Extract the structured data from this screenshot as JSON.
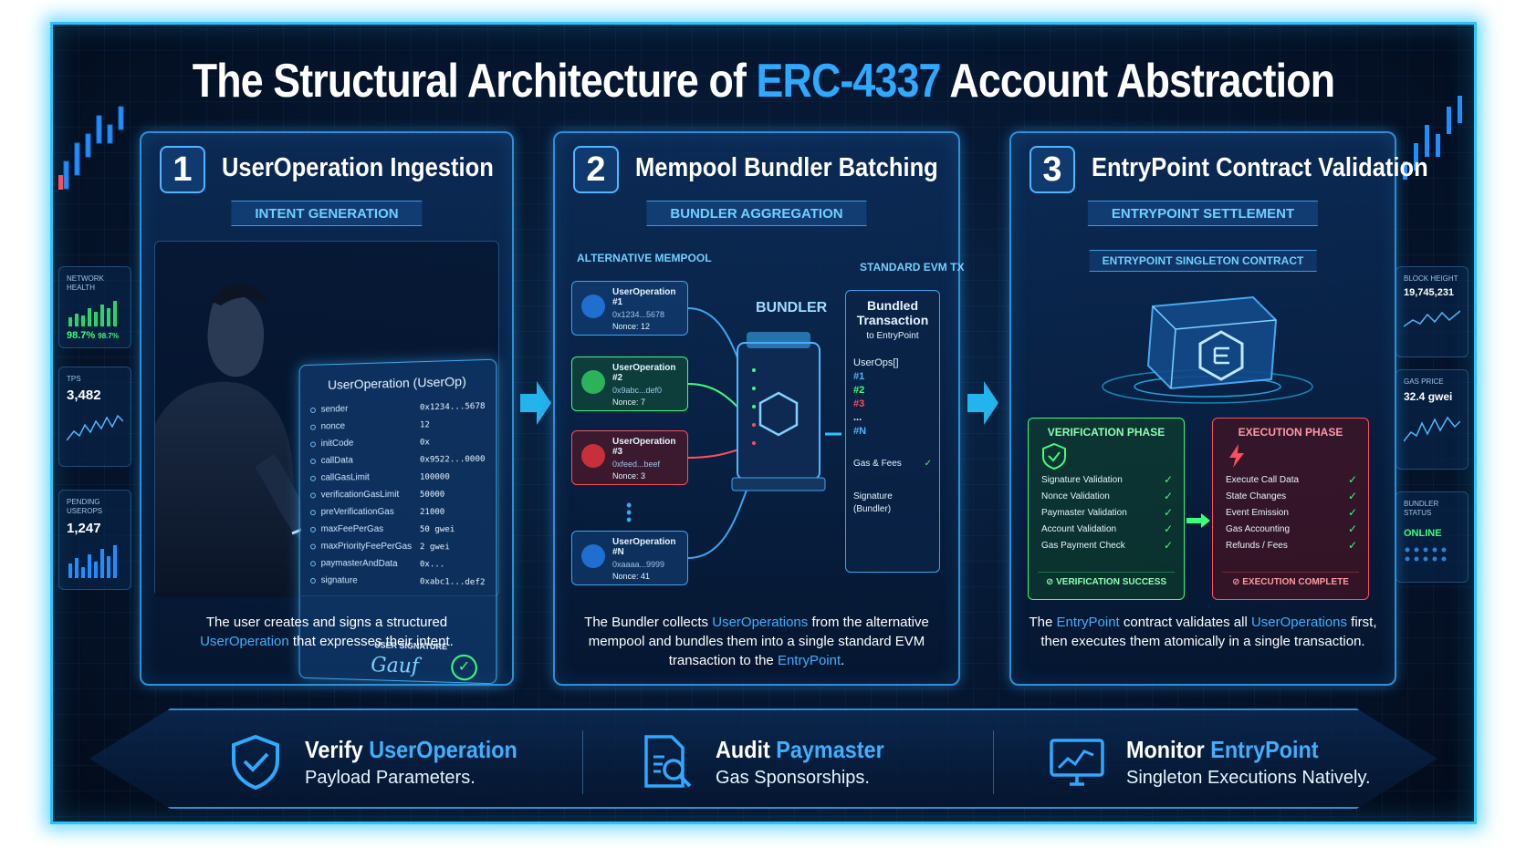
{
  "title": {
    "prefix": "The Structural Architecture of ",
    "highlight": "ERC-4337",
    "suffix": " Account Abstraction"
  },
  "widgets": {
    "network_health": {
      "label": "NETWORK HEALTH",
      "v1": "98.7%",
      "v2": "98.7%"
    },
    "tps": {
      "label": "TPS",
      "value": "3,482"
    },
    "pending": {
      "label": "PENDING USEROPS",
      "value": "1,247"
    },
    "block_height": {
      "label": "BLOCK HEIGHT",
      "value": "19,745,231"
    },
    "gas_price": {
      "label": "GAS PRICE",
      "value": "32.4 gwei"
    },
    "bundler_status": {
      "label": "BUNDLER STATUS",
      "value": "ONLINE"
    }
  },
  "panels": [
    {
      "num": "1",
      "title": "UserOperation Ingestion",
      "subtitle": "INTENT GENERATION",
      "card_title": "UserOperation (UserOp)",
      "fields": [
        {
          "name": "sender",
          "value": "0x1234...5678"
        },
        {
          "name": "nonce",
          "value": "12"
        },
        {
          "name": "initCode",
          "value": "0x"
        },
        {
          "name": "callData",
          "value": "0x9522...0000"
        },
        {
          "name": "callGasLimit",
          "value": "100000"
        },
        {
          "name": "verificationGasLimit",
          "value": "50000"
        },
        {
          "name": "preVerificationGas",
          "value": "21000"
        },
        {
          "name": "maxFeePerGas",
          "value": "50 gwei"
        },
        {
          "name": "maxPriorityFeePerGas",
          "value": "2 gwei"
        },
        {
          "name": "paymasterAndData",
          "value": "0x..."
        },
        {
          "name": "signature",
          "value": "0xabc1...def2"
        }
      ],
      "sig_label": "USER SIGNATURE",
      "sig_text": "Gauf",
      "desc_1": "The user creates and signs a structured",
      "desc_hl": "UserOperation",
      "desc_2": " that expresses their intent."
    },
    {
      "num": "2",
      "title": "Mempool Bundler Batching",
      "subtitle": "BUNDLER AGGREGATION",
      "mempool_label": "ALTERNATIVE MEMPOOL",
      "evm_label": "STANDARD EVM TX",
      "bundler_label": "BUNDLER",
      "userops": [
        {
          "name": "UserOperation #1",
          "addr": "0x1234...5678",
          "nonce": "Nonce: 12",
          "color": "blue"
        },
        {
          "name": "UserOperation #2",
          "addr": "0x9abc...def0",
          "nonce": "Nonce: 7",
          "color": "green"
        },
        {
          "name": "UserOperation #3",
          "addr": "0xfeed...beef",
          "nonce": "Nonce: 3",
          "color": "red"
        },
        {
          "name": "UserOperation #N",
          "addr": "0xaaaa...9999",
          "nonce": "Nonce: 41",
          "color": "blue"
        }
      ],
      "tx": {
        "title": "Bundled Transaction",
        "sub": "to EntryPoint",
        "ops_label": "UserOps[]",
        "ops": [
          "#1",
          "#2",
          "#3",
          "...",
          "#N"
        ],
        "gas": "Gas & Fees",
        "sig": "Signature (Bundler)"
      },
      "desc_a": "The Bundler collects ",
      "desc_hl1": "UserOperations",
      "desc_b": " from the alternative mempool and bundles them into a single standard EVM transaction to the ",
      "desc_hl2": "EntryPoint",
      "desc_c": "."
    },
    {
      "num": "3",
      "title": "EntryPoint Contract Validation",
      "subtitle": "ENTRYPOINT SETTLEMENT",
      "contract_label": "ENTRYPOINT SINGLETON CONTRACT",
      "verify": {
        "title": "VERIFICATION PHASE",
        "items": [
          "Signature Validation",
          "Nonce Validation",
          "Paymaster Validation",
          "Account Validation",
          "Gas Payment Check"
        ],
        "footer": "VERIFICATION SUCCESS"
      },
      "exec": {
        "title": "EXECUTION PHASE",
        "items": [
          "Execute Call Data",
          "State Changes",
          "Event Emission",
          "Gas Accounting",
          "Refunds / Fees"
        ],
        "footer": "EXECUTION COMPLETE"
      },
      "desc_a": "The ",
      "desc_hl1": "EntryPoint",
      "desc_b": " contract validates all ",
      "desc_hl2": "UserOperations",
      "desc_c": " first, then executes them atomically in a single transaction."
    }
  ],
  "ctas": [
    {
      "t1": "Verify ",
      "hl": "UserOperation",
      "sub": "Payload Parameters.",
      "icon": "shield-check-icon"
    },
    {
      "t1": "Audit ",
      "hl": "Paymaster",
      "sub": "Gas Sponsorships.",
      "icon": "document-search-icon"
    },
    {
      "t1": "Monitor ",
      "hl": "EntryPoint",
      "sub": "Singleton Executions Natively.",
      "icon": "monitor-chart-icon"
    }
  ],
  "colors": {
    "accent": "#2fa8ff",
    "border": "#27c4ff",
    "success": "#3cff7a",
    "danger": "#ff4e5b"
  }
}
